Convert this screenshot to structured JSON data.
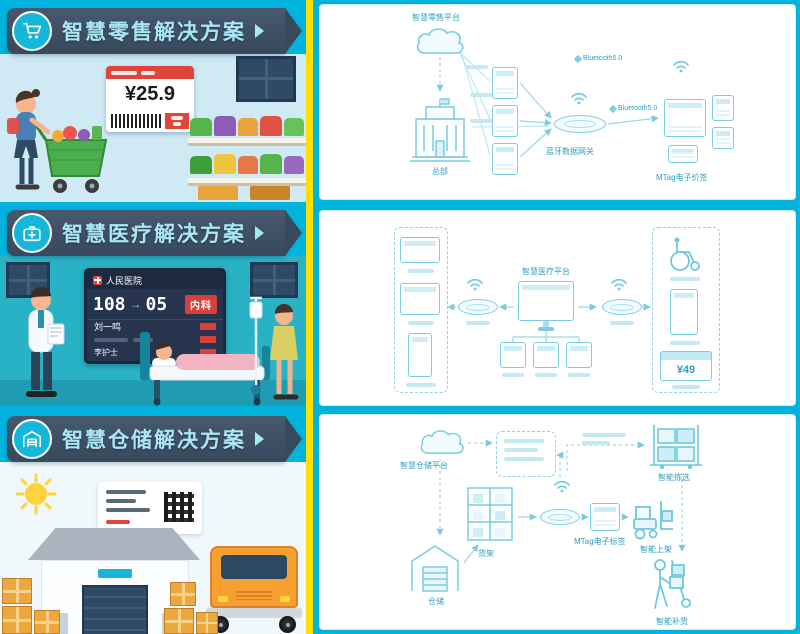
{
  "colors": {
    "cyan": "#00b3dd",
    "yellow": "#ffdf00",
    "banner_navy": "#38495c",
    "red": "#e0453c",
    "diagram_stroke": "#7ccbe0"
  },
  "banners": {
    "retail": {
      "title": "智慧零售解决方案"
    },
    "medical": {
      "title": "智慧医疗解决方案"
    },
    "warehouse": {
      "title": "智慧仓储解决方案"
    }
  },
  "retail": {
    "esl_price": "¥25.9",
    "diagram": {
      "platform": "智慧零售平台",
      "headquarters": "总部",
      "gateway": "蓝牙数据网关",
      "tags": "MTag电子价签",
      "bluetooth": "Bluetooth5.0"
    }
  },
  "medical": {
    "board": {
      "hospital": "人民医院",
      "now_number": "108",
      "arrow": "→",
      "room_number": "05",
      "department": "内科",
      "patient_a": "刘一鸣",
      "patient_b": "李护士"
    },
    "diagram": {
      "platform": "智慧医疗平台",
      "card_value": "¥49"
    }
  },
  "warehouse": {
    "diagram": {
      "platform": "智慧仓储平台",
      "warehouse": "仓储",
      "shelf": "货架",
      "tags": "MTag电子标签",
      "picking": "智能拣选",
      "shelving": "智能上架",
      "replenishment": "智能补货"
    }
  }
}
